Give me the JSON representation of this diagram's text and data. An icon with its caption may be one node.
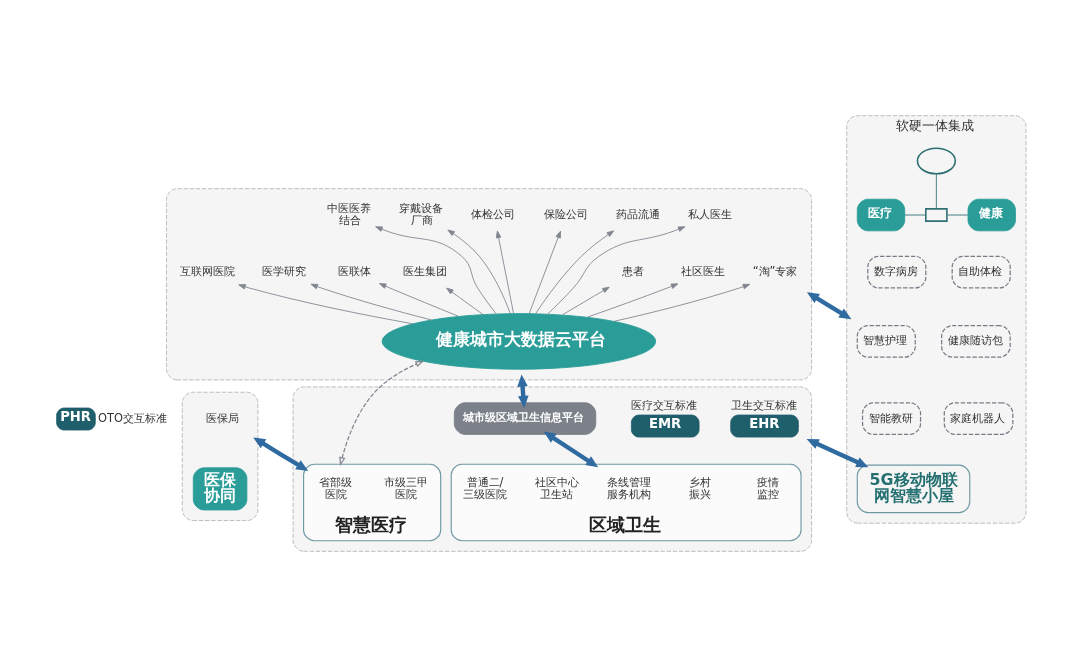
{
  "diagram": {
    "nodes": [
      {
        "text": [],
        "shape": "box"
      },
      {
        "text": [
          "健康城市大数据云平台"
        ],
        "in": 0
      },
      {
        "text": [
          "中医医养结合"
        ],
        "in": 0
      },
      {
        "text": [
          "穿戴设备厂商"
        ],
        "in": 0
      },
      {
        "text": [
          "体检公司"
        ],
        "in": 0
      },
      {
        "text": [
          "保险公司"
        ],
        "in": 0
      },
      {
        "text": [
          "药品流通"
        ],
        "in": 0
      },
      {
        "text": [
          "私人医生"
        ],
        "in": 0
      },
      {
        "text": [
          "互联网医院"
        ],
        "in": 0
      },
      {
        "text": [
          "患者"
        ],
        "in": 0
      },
      {
        "text": [
          "医学研究"
        ],
        "in": 0
      },
      {
        "text": [
          "社区医生"
        ],
        "in": 0
      },
      {
        "text": [
          "医联体"
        ],
        "in": 0
      },
      {
        "text": [
          "医生集团"
        ],
        "in": 0
      },
      {
        "text": [
          "“淘”专家"
        ],
        "in": 0
      },
      {
        "text": [
          "软硬一体集成"
        ]
      },
      {
        "text": [],
        "shape": "cloud",
        "in": 15
      },
      {
        "text": [],
        "shape": "box",
        "in": 15
      },
      {
        "text": [
          "医疗"
        ],
        "in": 15
      },
      {
        "text": [
          "健康"
        ],
        "in": 15
      },
      {
        "text": [
          "数字病房"
        ],
        "in": 15
      },
      {
        "text": [
          "自助体检"
        ],
        "in": 15
      },
      {
        "text": [
          "智慧护理"
        ],
        "in": 15
      },
      {
        "text": [
          "健康随访包"
        ],
        "in": 15
      },
      {
        "text": [
          "智能教研"
        ],
        "in": 15
      },
      {
        "text": [
          "家庭机器人"
        ],
        "in": 15
      },
      {
        "text": [
          "5G移动物联网智慧小屋"
        ],
        "in": 15
      },
      {
        "text": [
          "PHR"
        ],
        "beside": [
          "OTO交互标准"
        ]
      },
      {
        "text": [],
        "shape": "box"
      },
      {
        "text": [
          "医保局"
        ],
        "in": 28
      },
      {
        "text": [
          "医保协同"
        ],
        "in": 28
      },
      {
        "text": [],
        "shape": "box"
      },
      {
        "text": [
          "EMR"
        ],
        "beside": [
          "医疗交互标准"
        ],
        "in": 31
      },
      {
        "text": [
          "城市级区域卫生信息平台"
        ],
        "in": 31
      },
      {
        "text": [
          "EHR"
        ],
        "beside": [
          "卫生交互标准"
        ],
        "in": 31
      },
      {
        "text": [
          "智慧医疗"
        ],
        "in": 31
      },
      {
        "text": [
          "省部级医院"
        ],
        "in": 35
      },
      {
        "text": [
          "市级三甲医院"
        ],
        "in": 35
      },
      {
        "text": [
          "区域卫生"
        ],
        "in": 31
      },
      {
        "text": [
          "普通二/三级医院"
        ],
        "in": 38
      },
      {
        "text": [
          "社区中心卫生站"
        ],
        "in": 38
      },
      {
        "text": [
          "条线管理服务机构"
        ],
        "in": 38
      },
      {
        "text": [
          "乡村振兴"
        ],
        "in": 38
      },
      {
        "text": [
          "疫情监控"
        ],
        "in": 38
      }
    ],
    "edges": [
      {
        "from": 1,
        "to": 8,
        "arrow": "to"
      },
      {
        "from": 1,
        "to": 10,
        "arrow": "to"
      },
      {
        "from": 1,
        "to": 12,
        "arrow": "to"
      },
      {
        "from": 1,
        "to": 13,
        "arrow": "to"
      },
      {
        "from": 1,
        "to": 2,
        "arrow": "to"
      },
      {
        "from": 1,
        "to": 3,
        "arrow": "to"
      },
      {
        "from": 1,
        "to": 4,
        "arrow": "to"
      },
      {
        "from": 1,
        "to": 5,
        "arrow": "to"
      },
      {
        "from": 1,
        "to": 6,
        "arrow": "to"
      },
      {
        "from": 1,
        "to": 7,
        "arrow": "to"
      },
      {
        "from": 1,
        "to": 9,
        "arrow": "to"
      },
      {
        "from": 1,
        "to": 11,
        "arrow": "to"
      },
      {
        "from": 1,
        "to": 14,
        "arrow": "to"
      },
      {
        "from": 35,
        "to": 1,
        "arrow": "both",
        "style": "dashed"
      },
      {
        "from": 15,
        "to": 0,
        "arrow": "both",
        "style": "thick",
        "color": "#2f6aa0"
      },
      {
        "from": 33,
        "to": 0,
        "arrow": "both",
        "style": "thick",
        "color": "#2f6aa0"
      },
      {
        "from": 38,
        "to": 33,
        "arrow": "both",
        "style": "thick",
        "color": "#2f6aa0"
      },
      {
        "from": 35,
        "to": 28,
        "arrow": "both",
        "style": "thick",
        "color": "#2f6aa0"
      },
      {
        "from": 26,
        "to": 31,
        "arrow": "both",
        "style": "thick",
        "color": "#2f6aa0"
      },
      {
        "from": 17,
        "to": 16,
        "arrow": "none",
        "color": "#2e6f73"
      },
      {
        "from": 18,
        "to": 17,
        "arrow": "none",
        "color": "#2e6f73"
      },
      {
        "from": 17,
        "to": 19,
        "arrow": "none",
        "color": "#2e6f73"
      }
    ]
  }
}
